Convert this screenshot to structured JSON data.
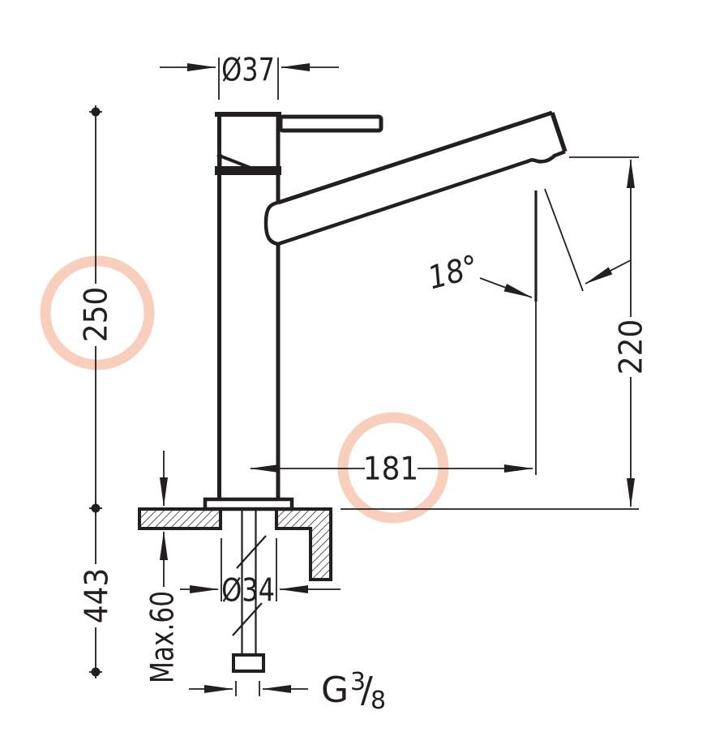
{
  "labels": {
    "spout_diameter": "Ø37",
    "height_counter_to_top": "250",
    "height_total": "443",
    "spout_reach": "181",
    "spout_outlet_height": "220",
    "spout_angle": "18°",
    "hole_diameter": "Ø34",
    "max_counter_thickness": "Max.60",
    "thread": {
      "prefix": "G",
      "numerator": "3",
      "slash": "/",
      "denominator": "8"
    }
  },
  "highlighted_dimensions": [
    "250",
    "181"
  ],
  "colors": {
    "ink": "#231f20",
    "highlight_ring": "#f8cebc",
    "background": "#ffffff"
  }
}
